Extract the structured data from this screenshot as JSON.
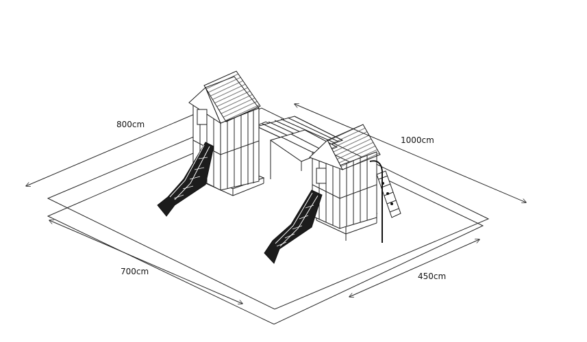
{
  "dimensions": {
    "width_left": "800cm",
    "width_right": "1000cm",
    "depth_left": "700cm",
    "depth_right": "450cm"
  },
  "colors": {
    "line": "#222222",
    "background": "#ffffff"
  }
}
